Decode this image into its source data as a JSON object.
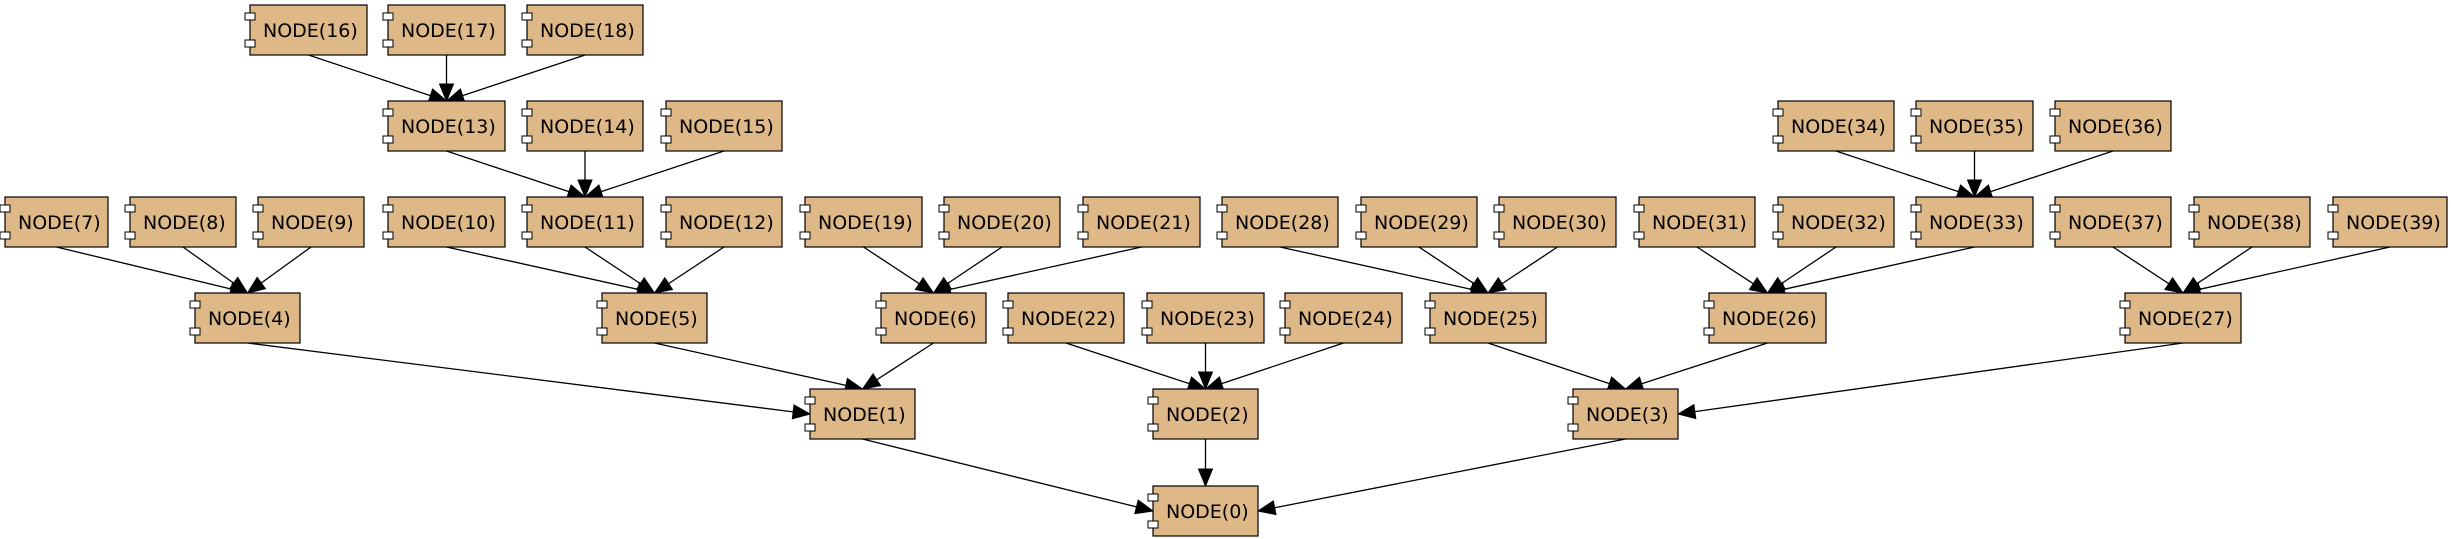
{
  "diagram": {
    "colors": {
      "node_fill": "#deb887",
      "stroke": "#000000",
      "background": "#ffffff"
    },
    "nodes": [
      {
        "id": 0,
        "label": "NODE(0)"
      },
      {
        "id": 1,
        "label": "NODE(1)"
      },
      {
        "id": 2,
        "label": "NODE(2)"
      },
      {
        "id": 3,
        "label": "NODE(3)"
      },
      {
        "id": 4,
        "label": "NODE(4)"
      },
      {
        "id": 5,
        "label": "NODE(5)"
      },
      {
        "id": 6,
        "label": "NODE(6)"
      },
      {
        "id": 7,
        "label": "NODE(7)"
      },
      {
        "id": 8,
        "label": "NODE(8)"
      },
      {
        "id": 9,
        "label": "NODE(9)"
      },
      {
        "id": 10,
        "label": "NODE(10)"
      },
      {
        "id": 11,
        "label": "NODE(11)"
      },
      {
        "id": 12,
        "label": "NODE(12)"
      },
      {
        "id": 13,
        "label": "NODE(13)"
      },
      {
        "id": 14,
        "label": "NODE(14)"
      },
      {
        "id": 15,
        "label": "NODE(15)"
      },
      {
        "id": 16,
        "label": "NODE(16)"
      },
      {
        "id": 17,
        "label": "NODE(17)"
      },
      {
        "id": 18,
        "label": "NODE(18)"
      },
      {
        "id": 19,
        "label": "NODE(19)"
      },
      {
        "id": 20,
        "label": "NODE(20)"
      },
      {
        "id": 21,
        "label": "NODE(21)"
      },
      {
        "id": 22,
        "label": "NODE(22)"
      },
      {
        "id": 23,
        "label": "NODE(23)"
      },
      {
        "id": 24,
        "label": "NODE(24)"
      },
      {
        "id": 25,
        "label": "NODE(25)"
      },
      {
        "id": 26,
        "label": "NODE(26)"
      },
      {
        "id": 27,
        "label": "NODE(27)"
      },
      {
        "id": 28,
        "label": "NODE(28)"
      },
      {
        "id": 29,
        "label": "NODE(29)"
      },
      {
        "id": 30,
        "label": "NODE(30)"
      },
      {
        "id": 31,
        "label": "NODE(31)"
      },
      {
        "id": 32,
        "label": "NODE(32)"
      },
      {
        "id": 33,
        "label": "NODE(33)"
      },
      {
        "id": 34,
        "label": "NODE(34)"
      },
      {
        "id": 35,
        "label": "NODE(35)"
      },
      {
        "id": 36,
        "label": "NODE(36)"
      },
      {
        "id": 37,
        "label": "NODE(37)"
      },
      {
        "id": 38,
        "label": "NODE(38)"
      },
      {
        "id": 39,
        "label": "NODE(39)"
      }
    ],
    "edges": [
      {
        "from": 16,
        "to": 13
      },
      {
        "from": 17,
        "to": 13
      },
      {
        "from": 18,
        "to": 13
      },
      {
        "from": 13,
        "to": 11
      },
      {
        "from": 14,
        "to": 11
      },
      {
        "from": 15,
        "to": 11
      },
      {
        "from": 7,
        "to": 4
      },
      {
        "from": 8,
        "to": 4
      },
      {
        "from": 9,
        "to": 4
      },
      {
        "from": 10,
        "to": 5
      },
      {
        "from": 11,
        "to": 5
      },
      {
        "from": 12,
        "to": 5
      },
      {
        "from": 19,
        "to": 6
      },
      {
        "from": 20,
        "to": 6
      },
      {
        "from": 21,
        "to": 6
      },
      {
        "from": 4,
        "to": 1
      },
      {
        "from": 5,
        "to": 1
      },
      {
        "from": 6,
        "to": 1
      },
      {
        "from": 22,
        "to": 2
      },
      {
        "from": 23,
        "to": 2
      },
      {
        "from": 24,
        "to": 2
      },
      {
        "from": 28,
        "to": 25
      },
      {
        "from": 29,
        "to": 25
      },
      {
        "from": 30,
        "to": 25
      },
      {
        "from": 34,
        "to": 33
      },
      {
        "from": 35,
        "to": 33
      },
      {
        "from": 36,
        "to": 33
      },
      {
        "from": 31,
        "to": 26
      },
      {
        "from": 32,
        "to": 26
      },
      {
        "from": 33,
        "to": 26
      },
      {
        "from": 37,
        "to": 27
      },
      {
        "from": 38,
        "to": 27
      },
      {
        "from": 39,
        "to": 27
      },
      {
        "from": 25,
        "to": 3
      },
      {
        "from": 26,
        "to": 3
      },
      {
        "from": 27,
        "to": 3
      },
      {
        "from": 1,
        "to": 0
      },
      {
        "from": 2,
        "to": 0
      },
      {
        "from": 3,
        "to": 0
      }
    ]
  }
}
